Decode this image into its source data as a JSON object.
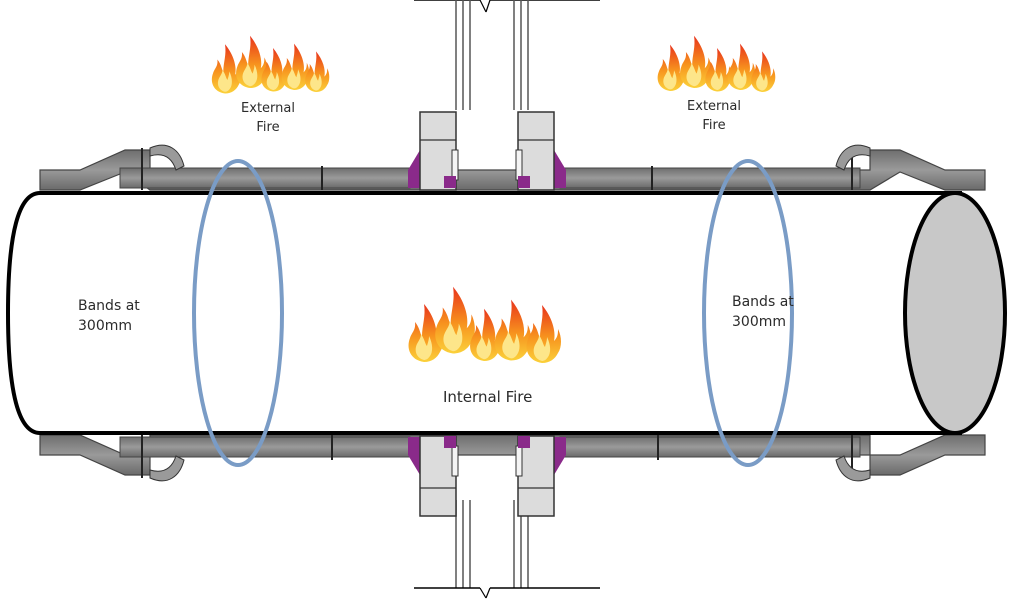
{
  "labels": {
    "external_fire_left": [
      "External",
      "Fire"
    ],
    "external_fire_right": [
      "External",
      "Fire"
    ],
    "bands_left": [
      "Bands at",
      "300mm"
    ],
    "bands_right": [
      "Bands at",
      "300mm"
    ],
    "internal_fire": "Internal Fire"
  },
  "colors": {
    "pipe_outline": "#000000",
    "pipe_end_fill": "#c8c8c8",
    "band": "#7a9cc6",
    "sleeve": "#8c8c8c",
    "sleeve_dark": "#555555",
    "collar": "#d8d8d8",
    "intumescent": "#8a2a8a",
    "flame_outer": "#f26a1b",
    "flame_inner": "#fbd13a"
  }
}
